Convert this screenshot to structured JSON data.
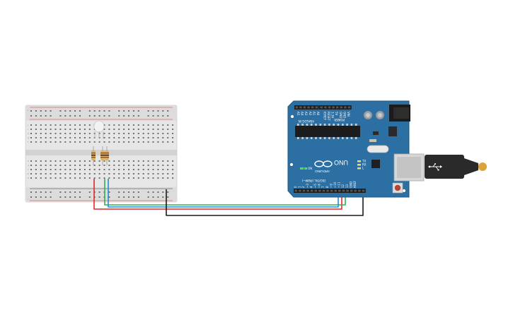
{
  "breadboard": {
    "rail_plus": "+",
    "rail_minus": "−",
    "row_letters_top": [
      "j",
      "i",
      "h",
      "g",
      "f"
    ],
    "row_letters_bottom": [
      "e",
      "d",
      "c",
      "b",
      "a"
    ]
  },
  "arduino": {
    "brand_text": "ARDUINO",
    "model_text": "UNO",
    "digital_label": "DIGITAL (PWM~)",
    "power_label": "POWER",
    "analog_label": "ANALOG IN",
    "on_label": "ON",
    "tx_label": "TX",
    "rx_label": "RX",
    "l_label": "L",
    "analog_pins": [
      "A5",
      "A4",
      "A3",
      "A2",
      "A1",
      "A0"
    ],
    "power_pins": [
      "VIN",
      "GND",
      "GND",
      "5V",
      "3.3V",
      "RESET",
      "IOREF"
    ],
    "digital_pins": [
      "0",
      "1",
      "2",
      "~3",
      "4",
      "~5",
      "~6",
      "7",
      "8",
      "~9",
      "~10",
      "~11",
      "12",
      "13",
      "GND",
      "AREF"
    ]
  },
  "colors": {
    "board_blue": "#2b6fa3",
    "breadboard": "#e6e6e6",
    "wire_red": "#e0262a",
    "wire_green": "#2fb34a",
    "wire_blue": "#2a8ad8",
    "wire_black": "#1a1a1a",
    "usb_cable": "#2a2a2a"
  }
}
